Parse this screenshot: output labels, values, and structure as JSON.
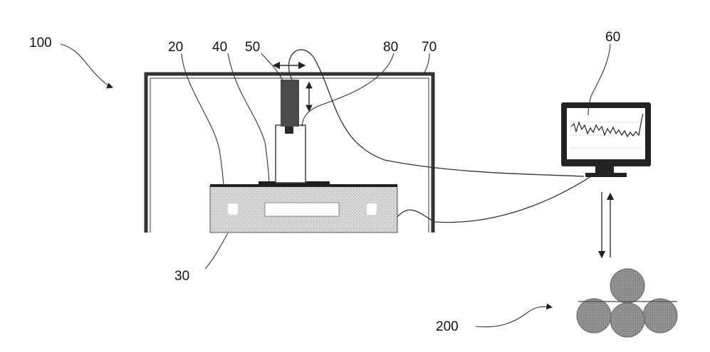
{
  "labels": {
    "system": "100",
    "layer": "20",
    "stage": "30",
    "sample": "40",
    "probe": "50",
    "monitor": "60",
    "enclosure": "70",
    "holder": "80",
    "rollers": "200"
  },
  "colors": {
    "stroke": "#333333",
    "dark_fill": "#444444",
    "stipple": "#9a9a9a",
    "roller": "#8a8a8a",
    "background": "#ffffff"
  }
}
